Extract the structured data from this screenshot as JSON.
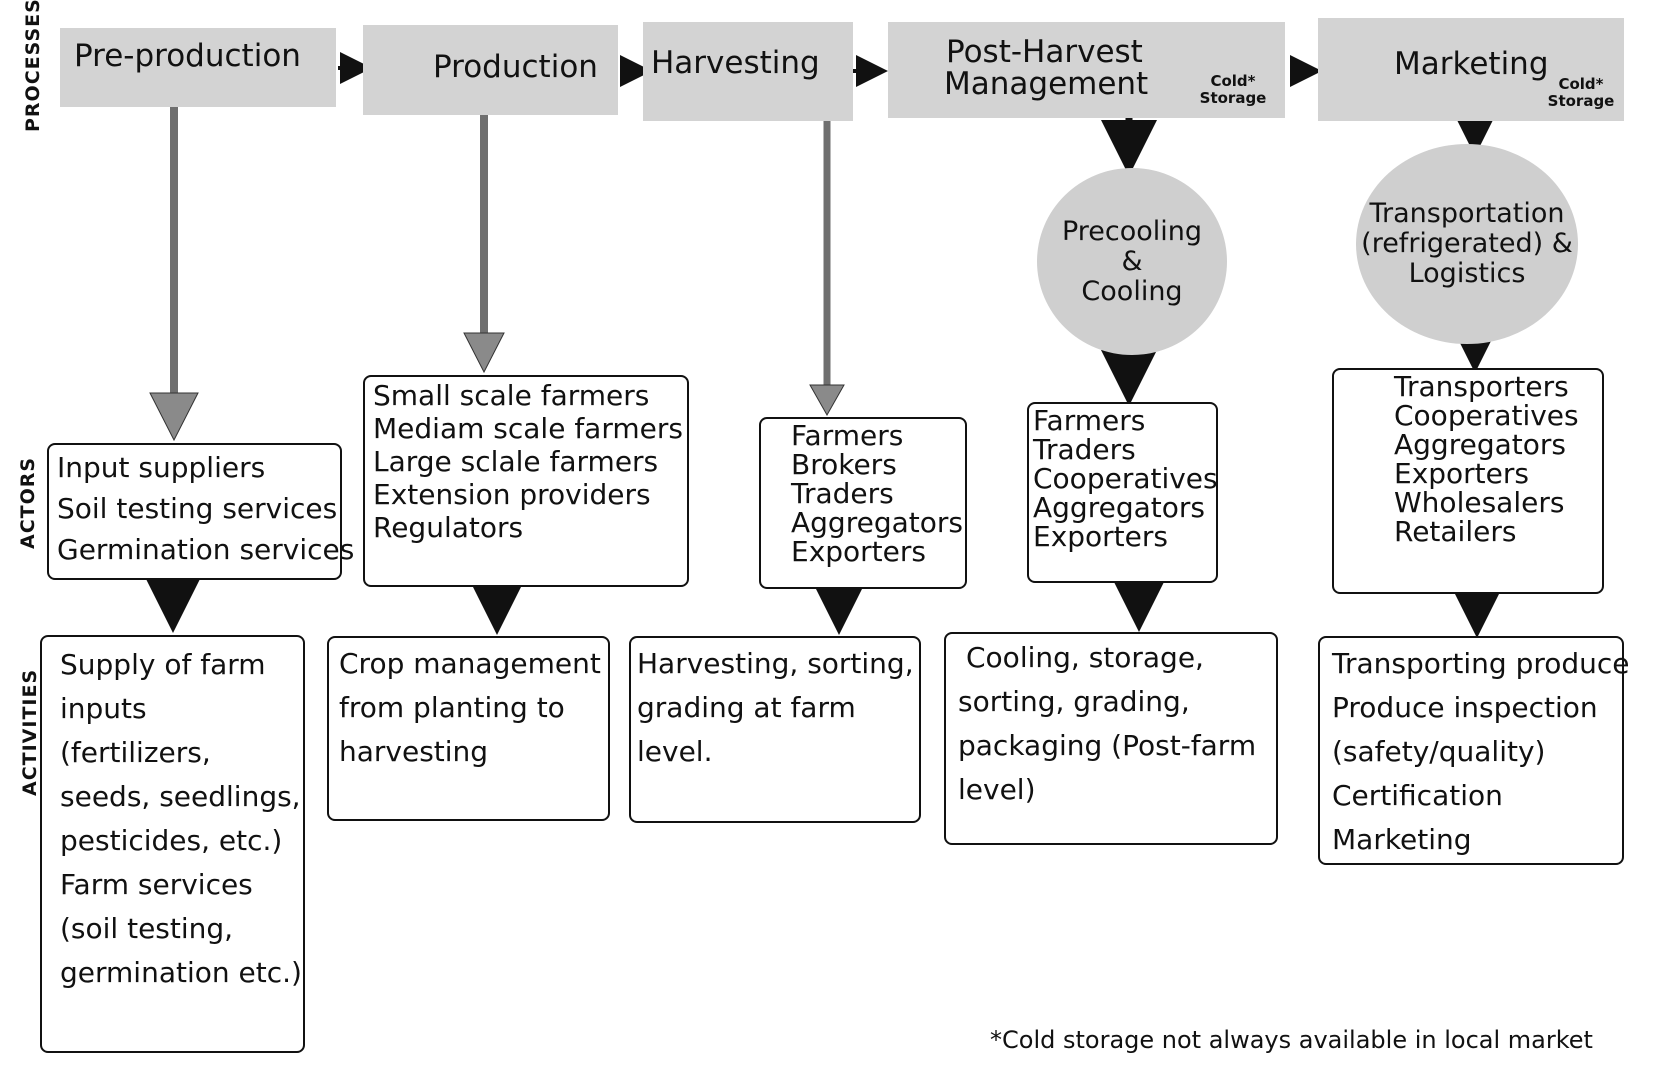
{
  "side_labels": {
    "processes": "PROCESSES",
    "actors": "ACTORS",
    "activities": "ACTIVITIES"
  },
  "processes": [
    {
      "title_lines": [
        "Pre-production"
      ]
    },
    {
      "title_lines": [
        "Production"
      ]
    },
    {
      "title_lines": [
        "Harvesting"
      ]
    },
    {
      "title_lines": [
        "Post-Harvest",
        "Management"
      ],
      "cold_tag": [
        "Cold*",
        "Storage"
      ]
    },
    {
      "title_lines": [
        "Marketing"
      ],
      "cold_tag": [
        "Cold*",
        "Storage"
      ]
    }
  ],
  "circles": {
    "precooling": [
      "Precooling",
      "&",
      "Cooling"
    ],
    "transportation": [
      "Transportation",
      "(refrigerated) &",
      "Logistics"
    ]
  },
  "actors": [
    [
      "Input suppliers",
      "Soil testing services",
      "Germination services"
    ],
    [
      "Small scale farmers",
      "Mediam scale farmers",
      "Large sclale farmers",
      "Extension providers",
      "Regulators"
    ],
    [
      "Farmers",
      "Brokers",
      "Traders",
      "Aggregators",
      "Exporters"
    ],
    [
      "Farmers",
      "Traders",
      "Cooperatives",
      "Aggregators",
      "Exporters"
    ],
    [
      "Transporters",
      "Cooperatives",
      "Aggregators",
      "Exporters",
      "Wholesalers",
      "Retailers"
    ]
  ],
  "activities": [
    [
      "Supply of farm",
      "inputs",
      "(fertilizers,",
      "seeds, seedlings,",
      "pesticides, etc.)",
      "Farm services",
      "(soil testing,",
      "germination etc.)"
    ],
    [
      "Crop management",
      "from planting to",
      "harvesting"
    ],
    [
      "Harvesting, sorting,",
      "grading at farm",
      "level."
    ],
    [
      "Cooling, storage,",
      "sorting, grading,",
      "packaging (Post-farm",
      "level)"
    ],
    [
      "Transporting produce",
      "Produce inspection",
      "(safety/quality)",
      "Certification",
      "Marketing"
    ]
  ],
  "footnote": "*Cold storage not always available in local market"
}
